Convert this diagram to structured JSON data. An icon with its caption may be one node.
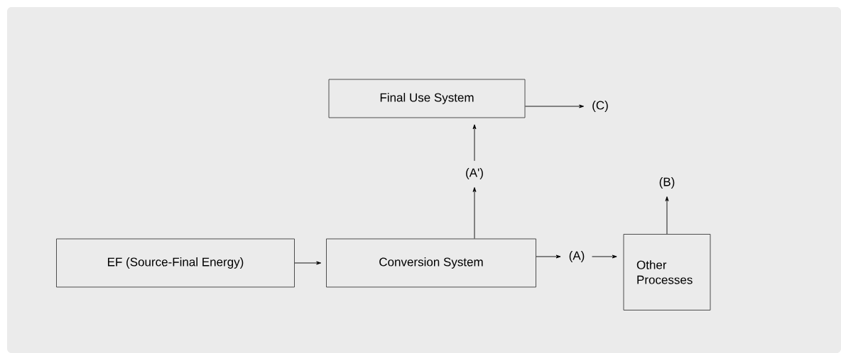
{
  "diagram": {
    "nodes": [
      {
        "text": [
          "EF (Source-Final Energy)"
        ]
      },
      {
        "text": [
          "Conversion System"
        ]
      },
      {
        "text": [
          "(A)"
        ]
      },
      {
        "text": [
          "Other Processes"
        ]
      },
      {
        "text": [
          "(A')"
        ]
      },
      {
        "text": [
          "Final Use System"
        ]
      },
      {
        "text": [
          "(C)"
        ]
      },
      {
        "text": [
          "(B)"
        ]
      }
    ],
    "edges": [
      {
        "from": 0,
        "to": 1,
        "arrow": "to"
      },
      {
        "from": 1,
        "to": 2,
        "arrow": "to"
      },
      {
        "from": 2,
        "to": 3,
        "arrow": "to"
      },
      {
        "from": 1,
        "to": 4,
        "arrow": "to"
      },
      {
        "from": 4,
        "to": 5,
        "arrow": "to"
      },
      {
        "from": 5,
        "to": 6,
        "arrow": "to"
      },
      {
        "from": 3,
        "to": 7,
        "arrow": "to"
      }
    ]
  }
}
